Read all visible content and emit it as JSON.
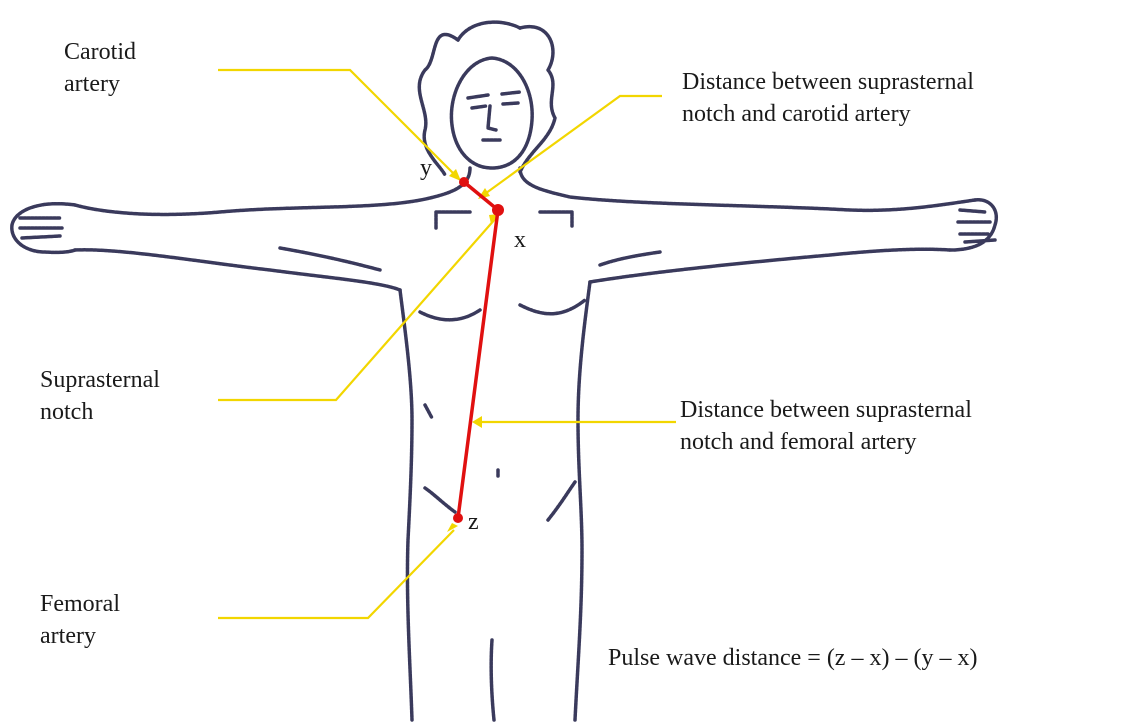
{
  "colors": {
    "outline": "#3a3a5c",
    "measure_line": "#e01010",
    "leader_line": "#f2d600",
    "text": "#1a1a1a"
  },
  "labels": {
    "carotid": [
      "Carotid",
      "artery"
    ],
    "suprasternal": [
      "Suprasternal",
      "notch"
    ],
    "femoral": [
      "Femoral",
      "artery"
    ],
    "dist_carotid": [
      "Distance between suprasternal",
      "notch and carotid artery"
    ],
    "dist_femoral": [
      "Distance between suprasternal",
      "notch and femoral artery"
    ],
    "formula": "Pulse wave distance = (z – x) – (y – x)"
  },
  "points": {
    "x": "x",
    "y": "y",
    "z": "z"
  }
}
